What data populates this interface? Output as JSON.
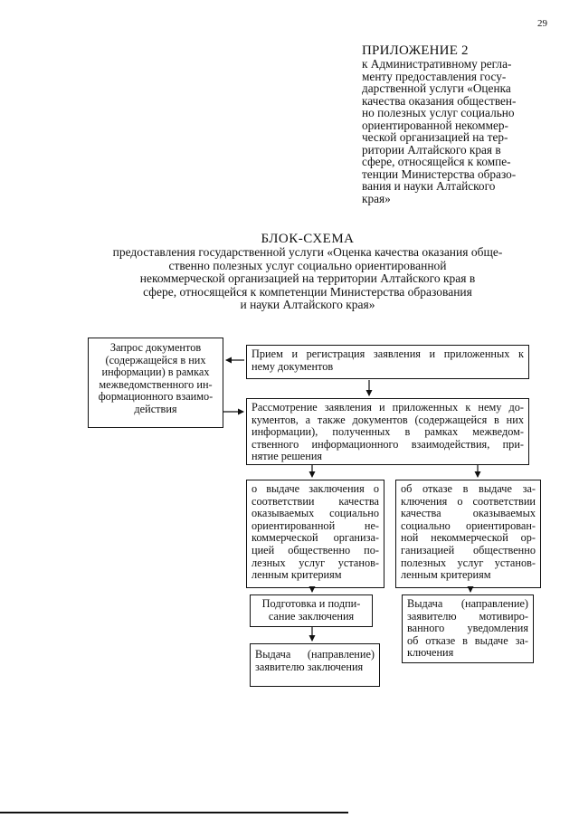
{
  "page_number": "29",
  "appendix": {
    "title": "ПРИЛОЖЕНИЕ 2",
    "lines": [
      "к Административному регла-",
      "менту предоставления госу-",
      "дарственной услуги «Оценка",
      "качества оказания обществен-",
      "но полезных услуг социально",
      "ориентированной некоммер-",
      "ческой организацией на тер-",
      "ритории Алтайского края в",
      "сфере, относящейся к компе-",
      "тенции Министерства образо-",
      "вания и науки Алтайского",
      "края»"
    ]
  },
  "flowchart": {
    "title": "БЛОК-СХЕМА",
    "subtitle_lines": [
      "предоставления государственной услуги «Оценка качества оказания обще-",
      "ственно полезных услуг социально ориентированной",
      "некоммерческой организацией на территории Алтайского края в",
      "сфере, относящейся к компетенции Министерства образования",
      "и науки Алтайского края»"
    ],
    "boxes": {
      "request": [
        "Запрос документов",
        "(содержащейся в них",
        "информации) в рамках",
        "межведомственного ин-",
        "формационного взаимо-",
        "действия"
      ],
      "reception": [
        "Прием и регистрация заявления и приложенных к",
        "нему документов"
      ],
      "review": [
        "Рассмотрение заявления и приложенных к нему до-",
        "кументов, а также документов (содержащейся в них",
        "информации), полученных в рамках межведом-",
        "ственного информационного взаимодействия, при-",
        "нятие решения"
      ],
      "positive": [
        "о выдаче заключения о",
        "соответствии качества",
        "оказываемых социально",
        "ориентированной не-",
        "коммерческой организа-",
        "цией общественно по-",
        "лезных услуг установ-",
        "ленным критериям"
      ],
      "negative": [
        "об отказе в выдаче за-",
        "ключения о соответствии",
        "качества оказываемых",
        "социально ориентирован-",
        "ной некоммерческой ор-",
        "ганизацией общественно",
        "полезных услуг установ-",
        "ленным критериям"
      ],
      "preparation": [
        "Подготовка и подпи-",
        "сание заключения"
      ],
      "issue_conclusion": [
        "Выдача (направление)",
        "заявителю заключения"
      ],
      "issue_refusal": [
        "Выдача (направление)",
        "заявителю мотивиро-",
        "ванного уведомления",
        "об отказе в выдаче за-",
        "ключения"
      ]
    }
  }
}
